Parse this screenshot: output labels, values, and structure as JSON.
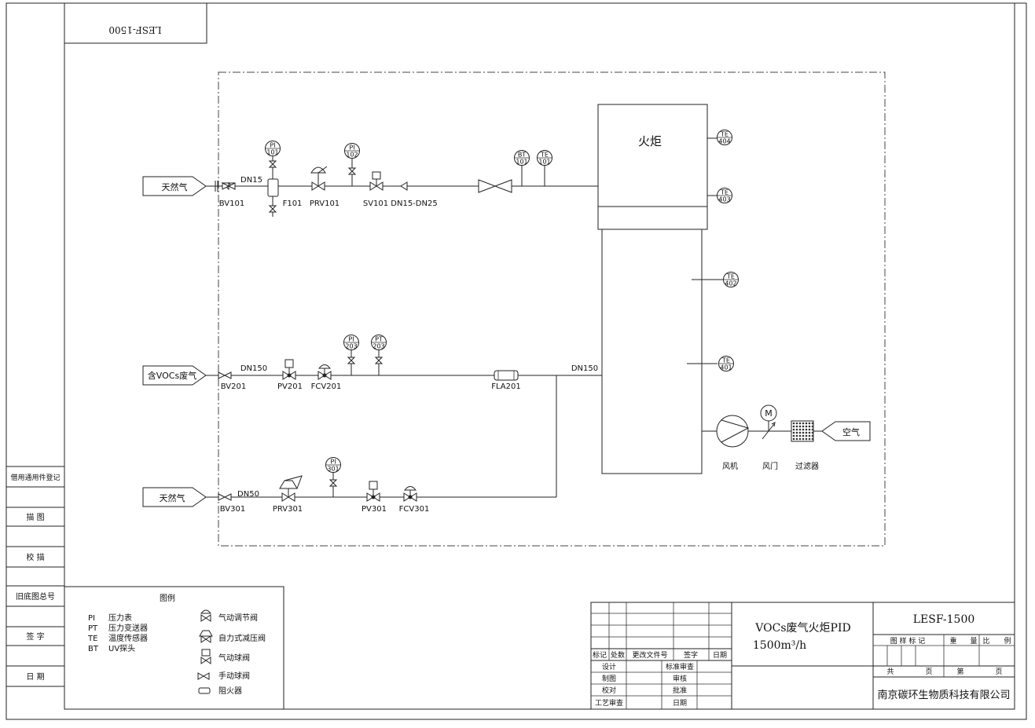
{
  "drawing_code_mirrored": "LESF-1500",
  "pipes": {
    "natural_gas_1": {
      "size": "DN15",
      "reducer": "DN15-DN25"
    },
    "vocs": {
      "size": "DN150",
      "size_header": "DN150"
    },
    "natural_gas_2": {
      "size": "DN50"
    }
  },
  "sources": {
    "natural_gas_top": "天然气",
    "vocs_gas": "含VOCs废气",
    "natural_gas_bottom": "天然气",
    "air": "空气"
  },
  "equipment": {
    "torch": "火炬",
    "fan": "风机",
    "damper": "风门",
    "filter": "过滤器",
    "motor": "M"
  },
  "tags": {
    "BV101": "BV101",
    "F101": "F101",
    "PRV101": "PRV101",
    "SV101": "SV101",
    "BV201": "BV201",
    "PV201": "PV201",
    "FCV201": "FCV201",
    "FLA201": "FLA201",
    "BV301": "BV301",
    "PRV301": "PRV301",
    "PV301": "PV301",
    "FCV301": "FCV301"
  },
  "instruments": [
    {
      "id": "PI101",
      "type": "PI",
      "num": "101"
    },
    {
      "id": "PI102",
      "type": "PI",
      "num": "102"
    },
    {
      "id": "BT101",
      "type": "BT",
      "num": "101"
    },
    {
      "id": "TE101",
      "type": "TE",
      "num": "101"
    },
    {
      "id": "TE404",
      "type": "TE",
      "num": "404"
    },
    {
      "id": "TE403",
      "type": "TE",
      "num": "403"
    },
    {
      "id": "TE402",
      "type": "TE",
      "num": "402"
    },
    {
      "id": "TE401",
      "type": "TE",
      "num": "401"
    },
    {
      "id": "PI203",
      "type": "PI",
      "num": "203"
    },
    {
      "id": "PT203",
      "type": "PT",
      "num": "203"
    },
    {
      "id": "PI301",
      "type": "PI",
      "num": "301"
    }
  ],
  "left_column": {
    "row1": "借用通用件登记",
    "row2": "描    图",
    "row3": "校    描",
    "row4": "旧底图总号",
    "row5": "签    字",
    "row6": "日    期"
  },
  "legend": {
    "title": "图例",
    "abbrevs": [
      {
        "code": "PI",
        "desc": "压力表"
      },
      {
        "code": "PT",
        "desc": "压力变送器"
      },
      {
        "code": "TE",
        "desc": "温度传感器"
      },
      {
        "code": "BT",
        "desc": "UV探头"
      }
    ],
    "symbols": [
      "气动调节阀",
      "自力式减压阀",
      "气动球阀",
      "手动球阀",
      "阻火器"
    ]
  },
  "title_block": {
    "title_line1": "VOCs废气火炬PID",
    "title_line2": "1500m³/h",
    "code": "LESF-1500",
    "company": "南京碳环生物质科技有限公司",
    "rev_headers": [
      "标记",
      "处数",
      "更改文件号",
      "签字",
      "日期"
    ],
    "left_labels": [
      "设计",
      "制图",
      "校对",
      "工艺审查"
    ],
    "mid_labels": [
      "标准审查",
      "审核",
      "批准",
      "日期"
    ],
    "meta_headers": [
      "图 样 标 记",
      "重",
      "量",
      "比",
      "例"
    ],
    "sheet_total": "共",
    "sheet_page1": "页",
    "sheet_no": "第",
    "sheet_page2": "页"
  }
}
